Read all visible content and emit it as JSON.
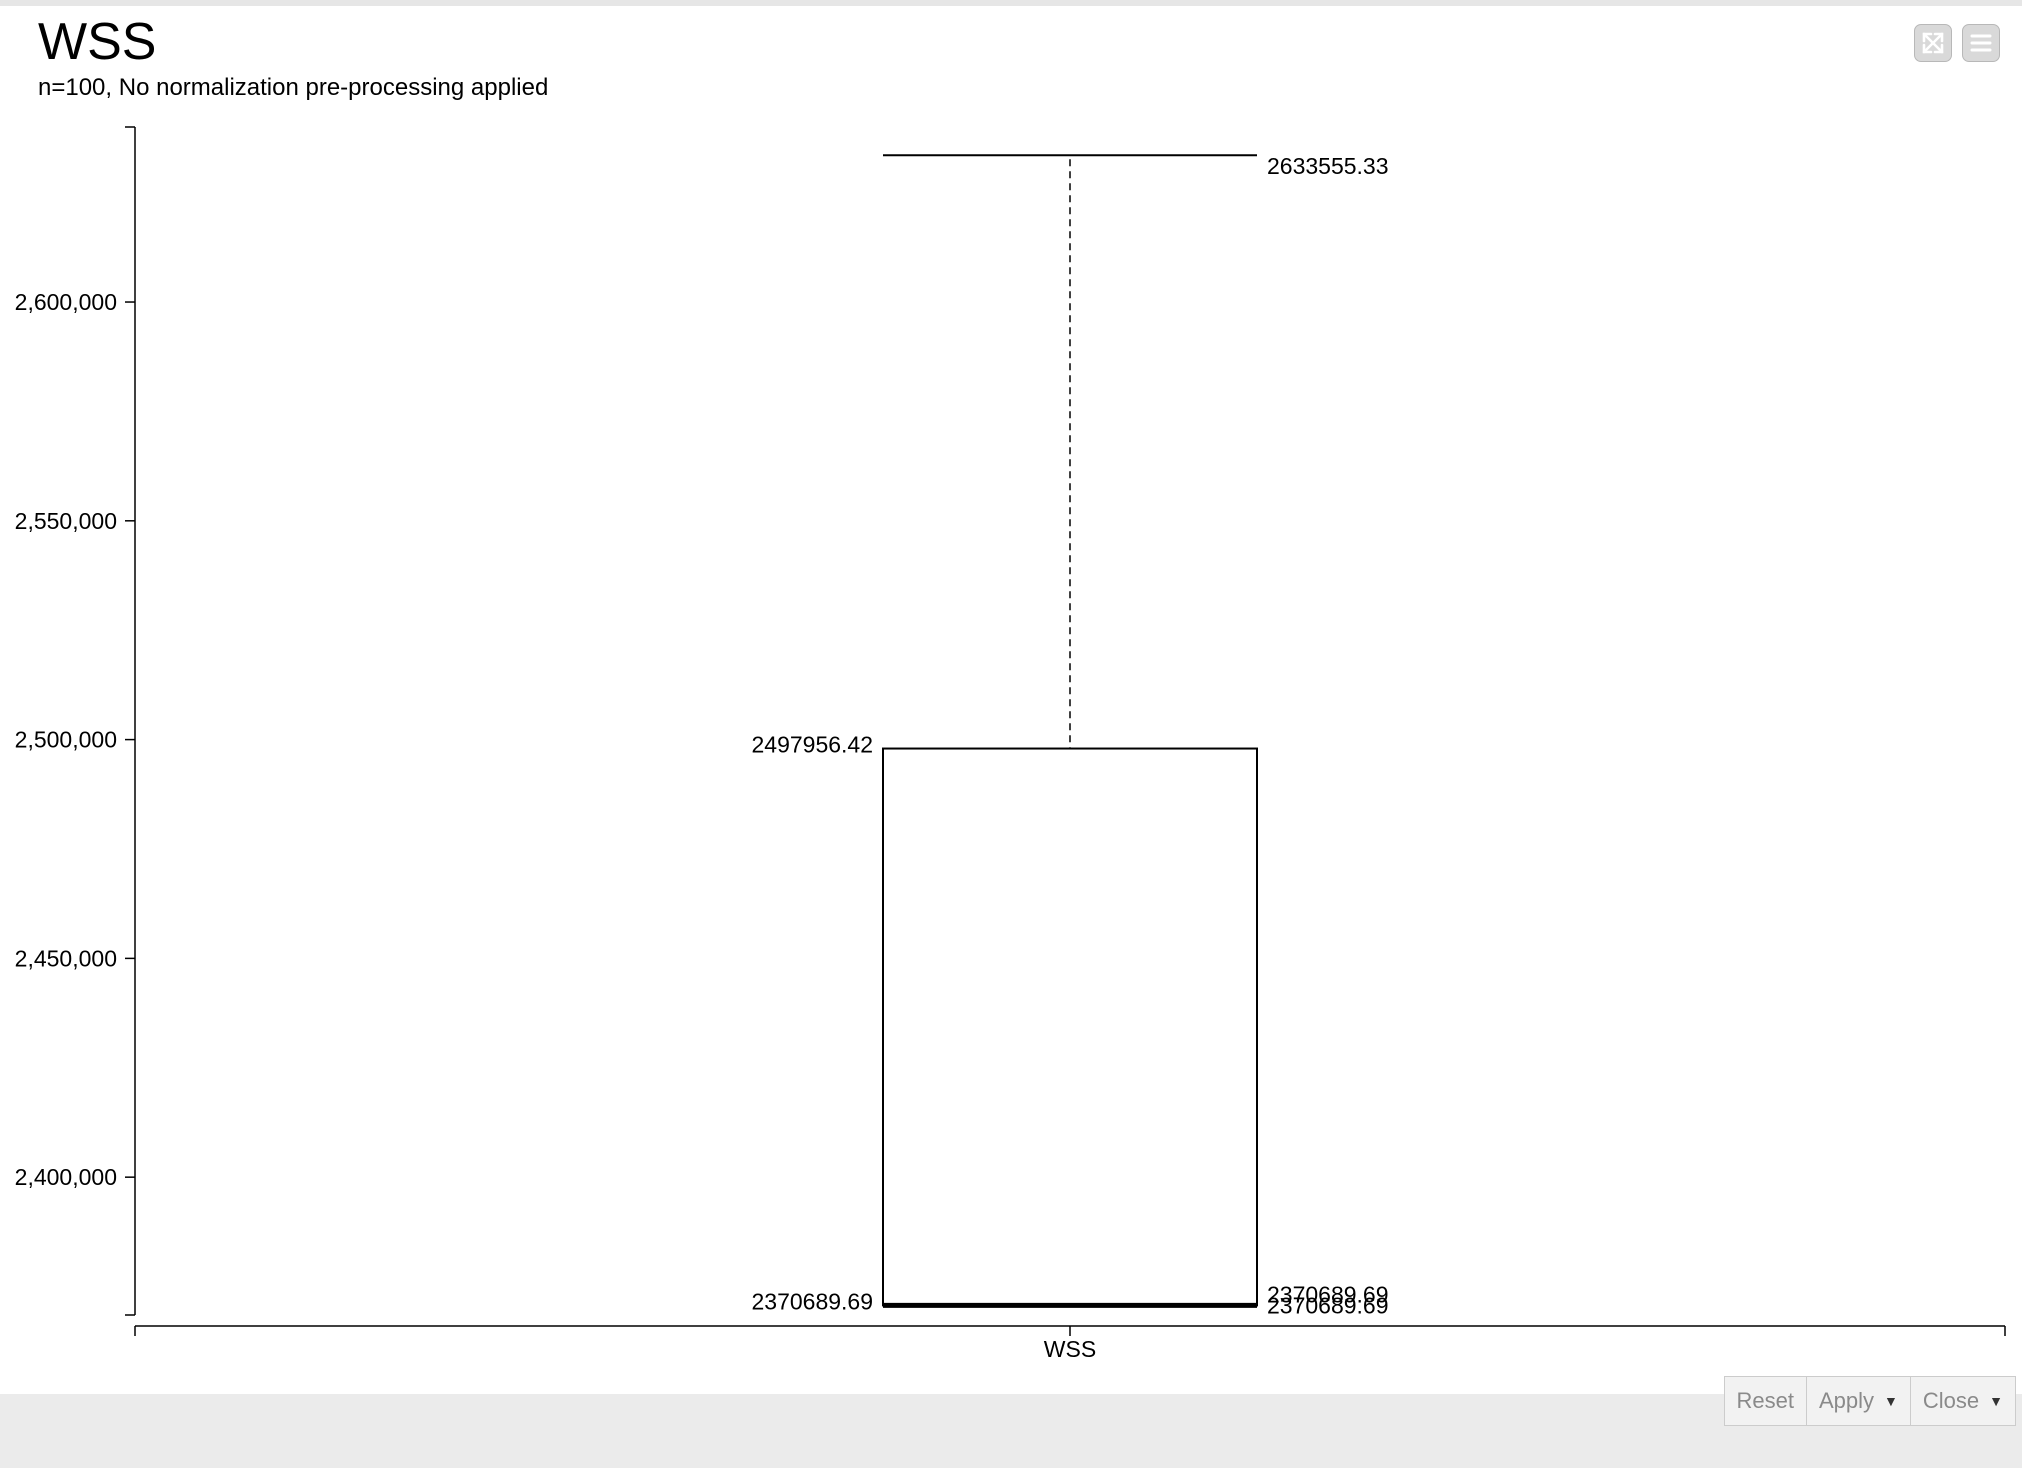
{
  "header": {
    "title": "WSS",
    "subtitle": "n=100, No normalization pre-processing applied"
  },
  "toolbar": {
    "expand_icon": "expand-icon",
    "menu_icon": "hamburger-menu-icon"
  },
  "footer": {
    "reset_label": "Reset",
    "apply_label": "Apply",
    "close_label": "Close"
  },
  "chart_data": {
    "type": "boxplot",
    "title": "WSS",
    "subtitle": "n=100, No normalization pre-processing applied",
    "categories": [
      "WSS"
    ],
    "ylim": [
      2368500,
      2640000
    ],
    "yticks": [
      2400000,
      2450000,
      2500000,
      2550000,
      2600000
    ],
    "ytick_labels": [
      "2,400,000",
      "2,450,000",
      "2,500,000",
      "2,550,000",
      "2,600,000"
    ],
    "boxes": [
      {
        "category": "WSS",
        "min": 2370689.69,
        "q1": 2370689.69,
        "median": 2370689.69,
        "q3": 2497956.42,
        "max": 2633555.33,
        "labels": {
          "max": "2633555.33",
          "q3": "2497956.42",
          "q1": "2370689.69",
          "median": "2370689.69",
          "min": "2370689.69"
        }
      }
    ],
    "grid": false
  }
}
